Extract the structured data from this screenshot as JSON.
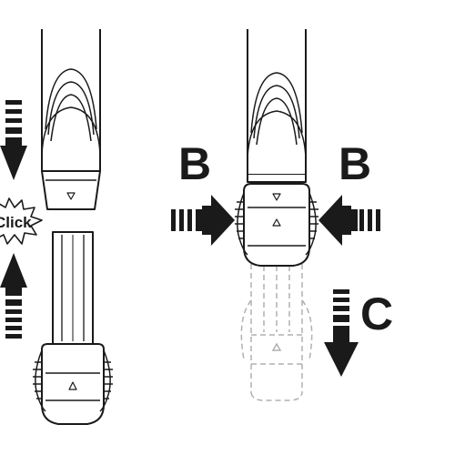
{
  "labels": {
    "click": "Click",
    "b_left": "B",
    "b_right": "B",
    "c": "C"
  },
  "colors": {
    "line": "#1a1a1a",
    "ghost": "#b0b0b0",
    "fill": "#ffffff"
  }
}
